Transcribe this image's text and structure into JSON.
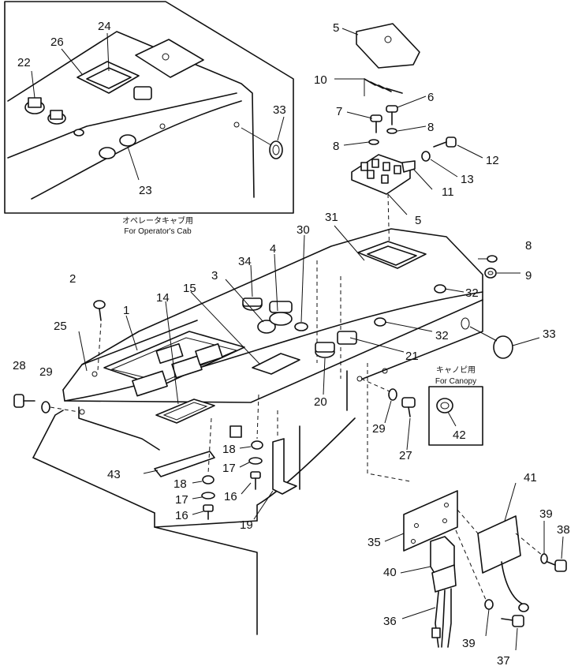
{
  "captions": {
    "cab_jp": "オペレータキャブ用",
    "cab_en": "For Operator's Cab",
    "canopy_jp": "キャノピ用",
    "canopy_en": "For Canopy"
  },
  "labels": [
    {
      "key": "l1",
      "text": "1"
    },
    {
      "key": "l2",
      "text": "2"
    },
    {
      "key": "l3",
      "text": "3"
    },
    {
      "key": "l4",
      "text": "4"
    },
    {
      "key": "l5a",
      "text": "5"
    },
    {
      "key": "l5b",
      "text": "5"
    },
    {
      "key": "l6",
      "text": "6"
    },
    {
      "key": "l7",
      "text": "7"
    },
    {
      "key": "l8a",
      "text": "8"
    },
    {
      "key": "l8b",
      "text": "8"
    },
    {
      "key": "l8c",
      "text": "8"
    },
    {
      "key": "l9",
      "text": "9"
    },
    {
      "key": "l10",
      "text": "10"
    },
    {
      "key": "l11",
      "text": "11"
    },
    {
      "key": "l12",
      "text": "12"
    },
    {
      "key": "l13",
      "text": "13"
    },
    {
      "key": "l14",
      "text": "14"
    },
    {
      "key": "l15",
      "text": "15"
    },
    {
      "key": "l16a",
      "text": "16"
    },
    {
      "key": "l16b",
      "text": "16"
    },
    {
      "key": "l17a",
      "text": "17"
    },
    {
      "key": "l17b",
      "text": "17"
    },
    {
      "key": "l18a",
      "text": "18"
    },
    {
      "key": "l18b",
      "text": "18"
    },
    {
      "key": "l19",
      "text": "19"
    },
    {
      "key": "l20",
      "text": "20"
    },
    {
      "key": "l21",
      "text": "21"
    },
    {
      "key": "l22",
      "text": "22"
    },
    {
      "key": "l23",
      "text": "23"
    },
    {
      "key": "l24",
      "text": "24"
    },
    {
      "key": "l25",
      "text": "25"
    },
    {
      "key": "l26",
      "text": "26"
    },
    {
      "key": "l27",
      "text": "27"
    },
    {
      "key": "l28",
      "text": "28"
    },
    {
      "key": "l29a",
      "text": "29"
    },
    {
      "key": "l29b",
      "text": "29"
    },
    {
      "key": "l30",
      "text": "30"
    },
    {
      "key": "l31",
      "text": "31"
    },
    {
      "key": "l32a",
      "text": "32"
    },
    {
      "key": "l32b",
      "text": "32"
    },
    {
      "key": "l33a",
      "text": "33"
    },
    {
      "key": "l33b",
      "text": "33"
    },
    {
      "key": "l34",
      "text": "34"
    },
    {
      "key": "l35",
      "text": "35"
    },
    {
      "key": "l36",
      "text": "36"
    },
    {
      "key": "l37",
      "text": "37"
    },
    {
      "key": "l38",
      "text": "38"
    },
    {
      "key": "l39a",
      "text": "39"
    },
    {
      "key": "l39b",
      "text": "39"
    },
    {
      "key": "l40",
      "text": "40"
    },
    {
      "key": "l41",
      "text": "41"
    },
    {
      "key": "l42",
      "text": "42"
    },
    {
      "key": "l43",
      "text": "43"
    }
  ]
}
